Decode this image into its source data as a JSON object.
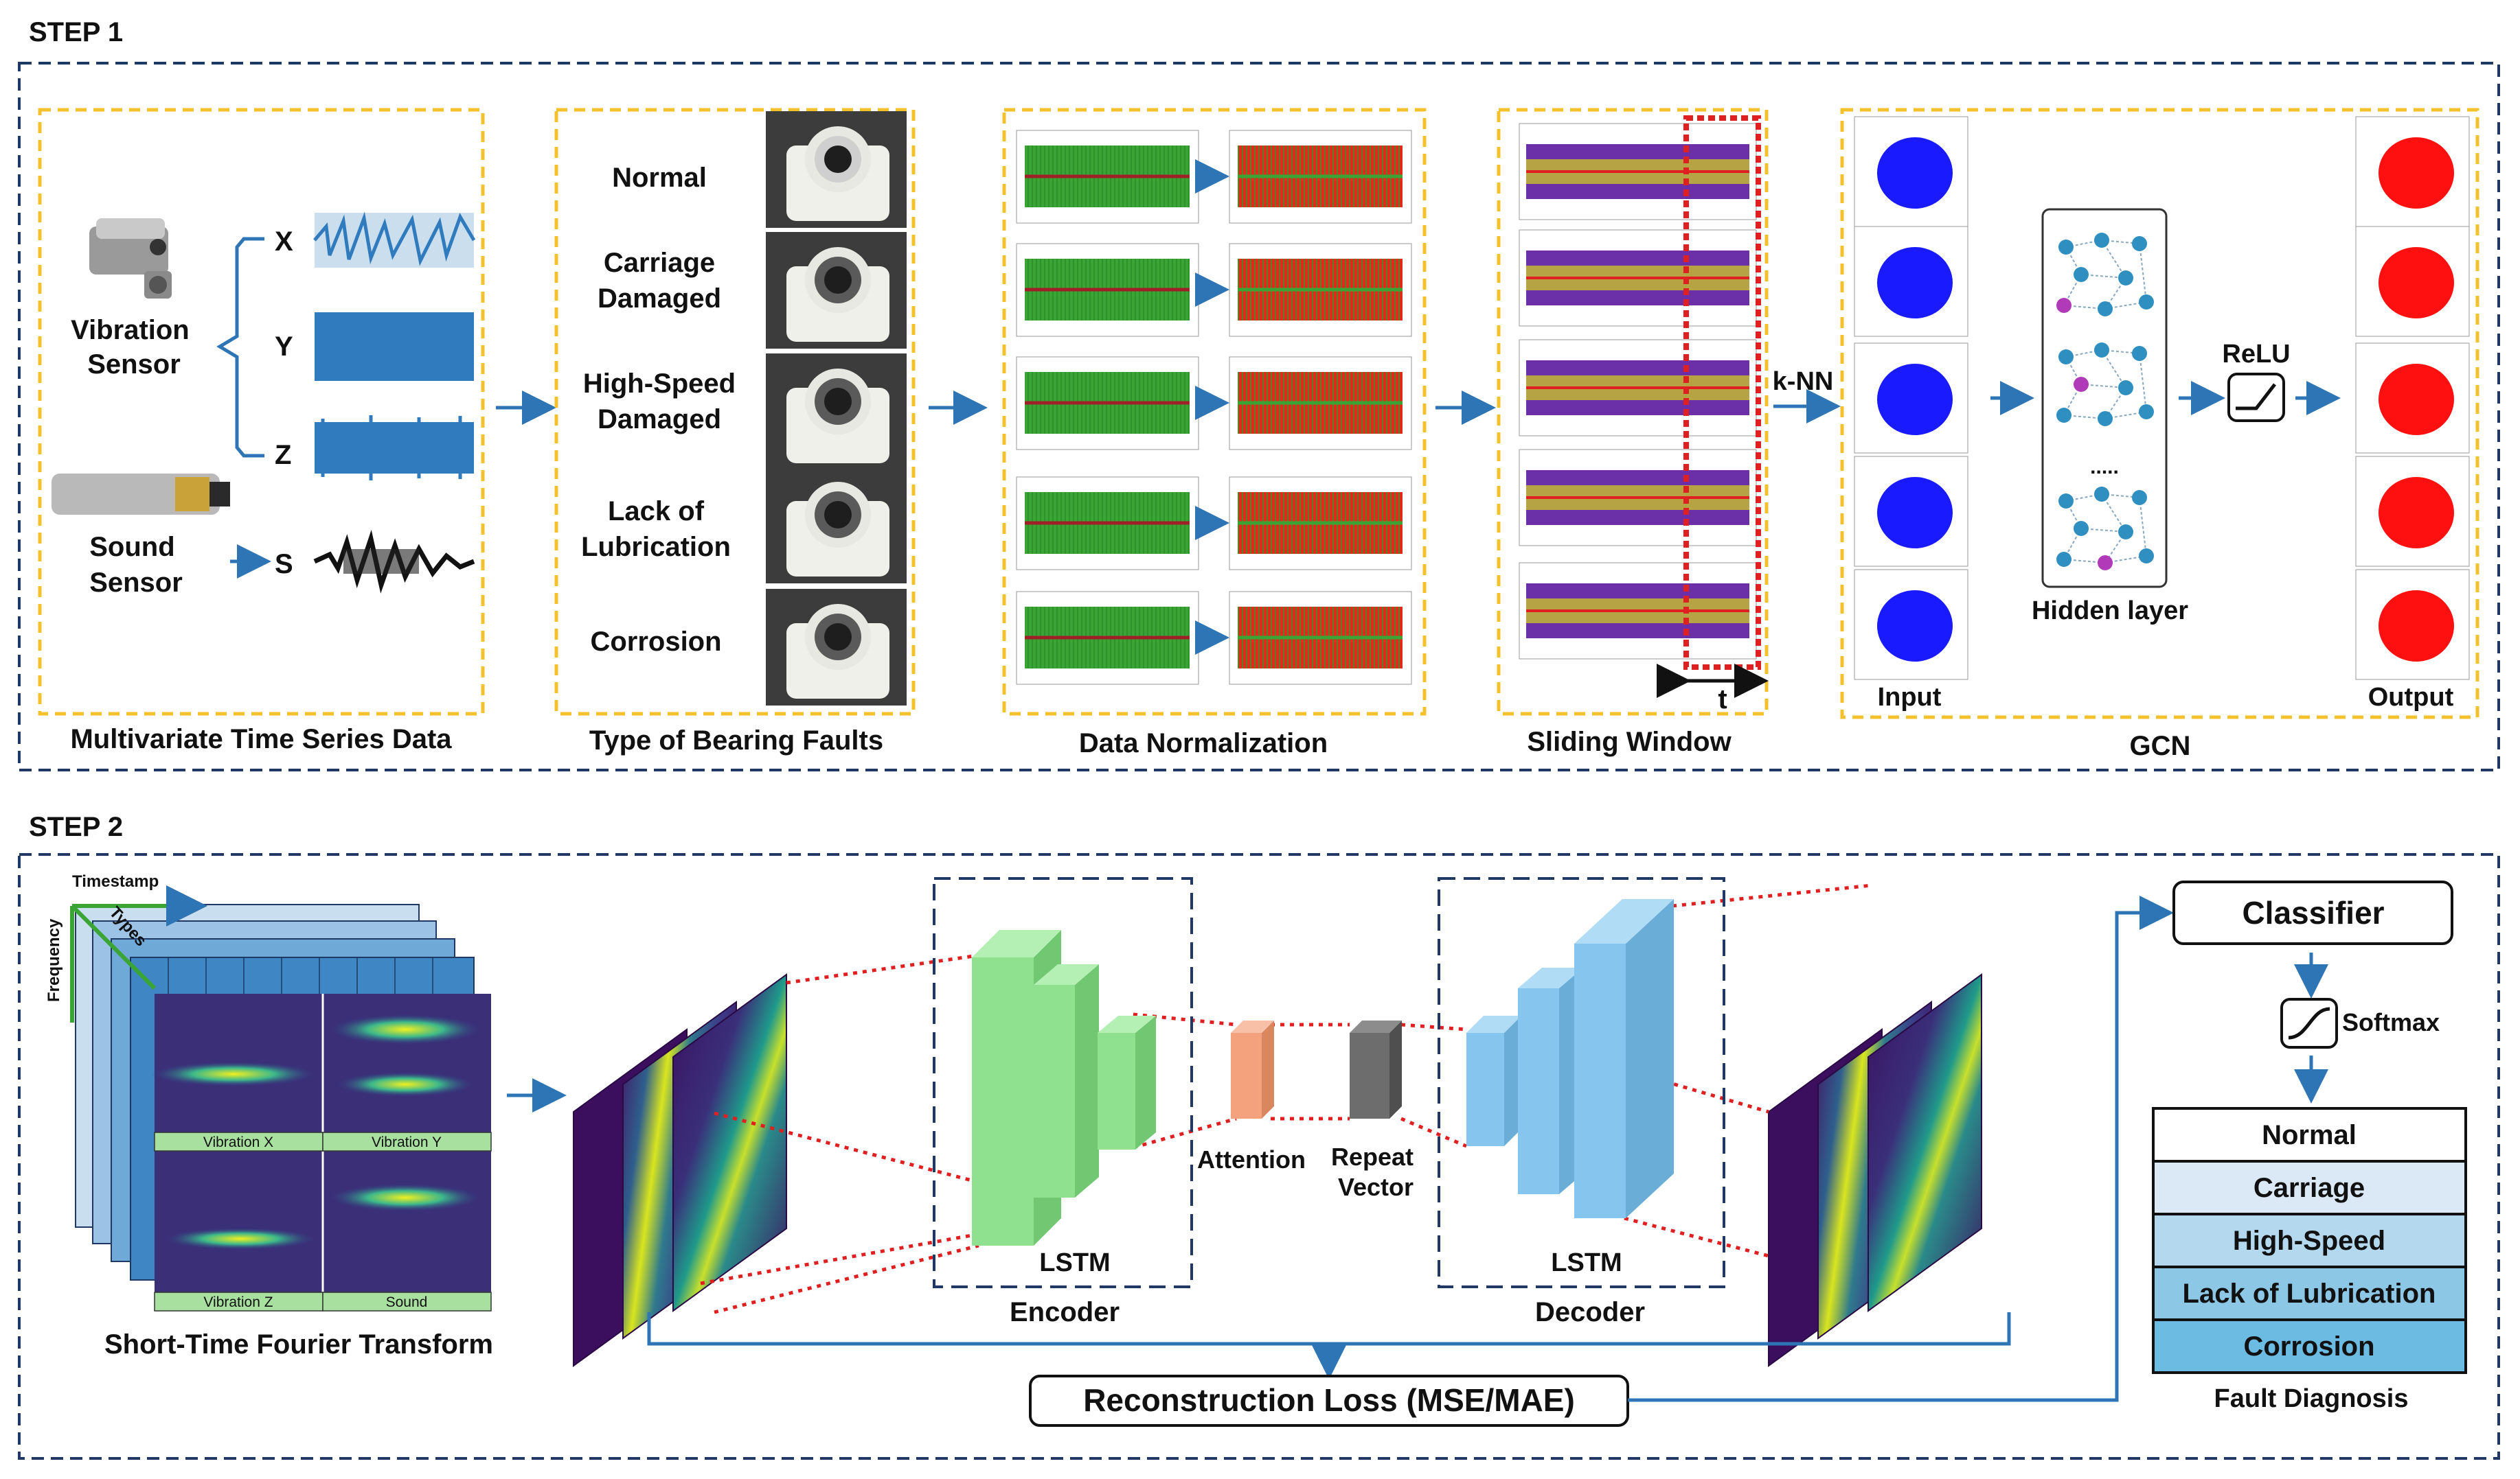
{
  "step1": {
    "title": "STEP 1",
    "panel1": {
      "vibration_sensor": [
        "Vibration",
        "Sensor"
      ],
      "sound_sensor": [
        "Sound",
        "Sensor"
      ],
      "axes": [
        "X",
        "Y",
        "Z",
        "S"
      ],
      "caption": "Multivariate Time Series Data"
    },
    "panel2": {
      "faults": [
        [
          "Normal"
        ],
        [
          "Carriage",
          "Damaged"
        ],
        [
          "High-Speed",
          "Damaged"
        ],
        [
          "Lack of",
          "Lubrication"
        ],
        [
          "Corrosion"
        ]
      ],
      "caption": "Type of Bearing Faults"
    },
    "panel3": {
      "caption": "Data Normalization"
    },
    "panel4": {
      "caption": "Sliding Window",
      "window_label": "t"
    },
    "knn_label": "k-NN",
    "gcn": {
      "input_label": "Input",
      "hidden_label": "Hidden layer",
      "relu_label": "ReLU",
      "output_label": "Output",
      "caption": "GCN"
    }
  },
  "step2": {
    "title": "STEP 2",
    "stft": {
      "axis_timestamp": "Timestamp",
      "axis_frequency": "Frequency",
      "axis_types": "Types",
      "cells": [
        "Vibration X",
        "Vibration Y",
        "Vibration Z",
        "Sound"
      ],
      "caption": "Short-Time Fourier Transform"
    },
    "encoder": {
      "block_label": "LSTM",
      "caption": "Encoder"
    },
    "decoder": {
      "block_label": "LSTM",
      "caption": "Decoder"
    },
    "attention_label": "Attention",
    "repeat_vector_label": [
      "Repeat",
      "Vector"
    ],
    "loss_label": "Reconstruction Loss (MSE/MAE)",
    "classifier_label": "Classifier",
    "softmax_label": "Softmax",
    "fault_classes": [
      "Normal",
      "Carriage",
      "High-Speed",
      "Lack of Lubrication",
      "Corrosion"
    ],
    "class_colors": [
      "#ffffff",
      "#dbe9f6",
      "#b4d9ef",
      "#8cc7e6",
      "#6bbbe3"
    ],
    "fault_caption": "Fault Diagnosis"
  },
  "colors": {
    "dashed_navy": "#1f3864",
    "dashed_gold": "#f3c12c",
    "arrow_blue": "#2e75b6",
    "signal_blue": "#2f7bbd",
    "scatter_blue": "#1a1aff",
    "scatter_red": "#ff1010",
    "encoder_green": "#8fe08f",
    "decoder_blue": "#86c6ee",
    "attention_orange": "#f4a27e",
    "repeat_gray": "#6d6d6d",
    "link_red": "#e02020"
  }
}
